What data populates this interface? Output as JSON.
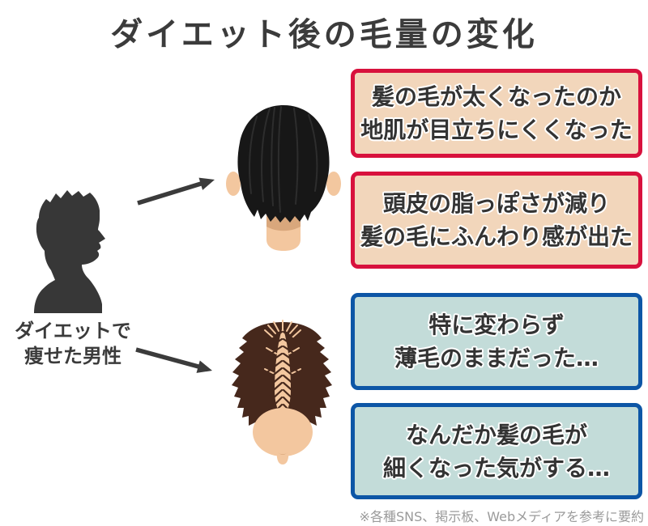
{
  "title": "ダイエット後の毛量の変化",
  "person_label": {
    "line1": "ダイエットで",
    "line2": "痩せた男性"
  },
  "boxes": [
    {
      "group": "positive",
      "line1": "髪の毛が太くなったのか",
      "line2": "地肌が目立ちにくくなった"
    },
    {
      "group": "positive",
      "line1": "頭皮の脂っぽさが減り",
      "line2": "髪の毛にふんわり感が出た"
    },
    {
      "group": "negative",
      "line1": "特に変わらず",
      "line2": "薄毛のままだった…"
    },
    {
      "group": "negative",
      "line1": "なんだか髪の毛が",
      "line2": "細くなった気がする…"
    }
  ],
  "footnote": "※各種SNS、掲示板、Webメディアを参考に要約",
  "illustrations": {
    "silhouette": "dieting-man-profile-silhouette",
    "thick_hair": "back-of-head-thick-black-hair",
    "thin_hair": "crown-of-head-thinning-hair"
  },
  "colors": {
    "positive_border": "#d8113d",
    "positive_bg": "#f2d6bb",
    "negative_border": "#0d56a6",
    "negative_bg": "#c3dcd9",
    "heading_text": "#3b3b3b",
    "box_text": "#333333",
    "footnote_text": "#9a9a9a",
    "arrow": "#3b3b3b",
    "silhouette": "#373737",
    "skin": "#f3c79f",
    "skin_shadow": "#d9a77c",
    "hair_black": "#171717",
    "hair_brown": "#46281c"
  }
}
